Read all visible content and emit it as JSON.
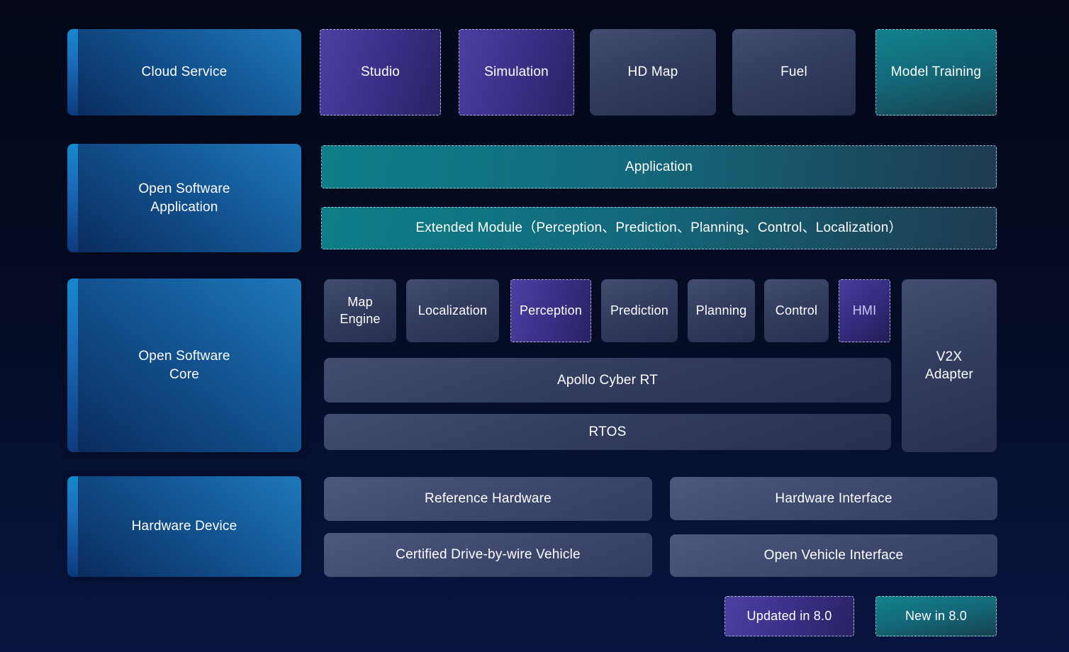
{
  "palette": {
    "background_top": "#04081a",
    "background_bottom": "#071540",
    "core_blue": "#135694",
    "core_blue_accent": "#1489cf",
    "neutral_slate": "#3a4466",
    "updated_purple": "#4c40a2",
    "new_teal": "#0d7e87",
    "text": "#ffffff",
    "hmi_text": "#cdc7f4",
    "dashed_border": "#caceE4"
  },
  "left_column": [
    {
      "label": "Cloud Service"
    },
    {
      "label": "Open Software\nApplication"
    },
    {
      "label": "Open Software\nCore"
    },
    {
      "label": "Hardware Device"
    }
  ],
  "cloud_row": [
    {
      "label": "Studio",
      "status": "updated"
    },
    {
      "label": "Simulation",
      "status": "updated"
    },
    {
      "label": "HD Map",
      "status": "standard"
    },
    {
      "label": "Fuel",
      "status": "standard"
    },
    {
      "label": "Model Training",
      "status": "new"
    }
  ],
  "application_layer": {
    "application": "Application",
    "extended_module": "Extended Module（Perception、Prediction、Planning、Control、Localization）"
  },
  "core_layer": {
    "modules": [
      {
        "label": "Map\nEngine",
        "status": "standard"
      },
      {
        "label": "Localization",
        "status": "standard"
      },
      {
        "label": "Perception",
        "status": "updated"
      },
      {
        "label": "Prediction",
        "status": "standard"
      },
      {
        "label": "Planning",
        "status": "standard"
      },
      {
        "label": "Control",
        "status": "standard"
      },
      {
        "label": "HMI",
        "status": "updated"
      }
    ],
    "middleware": "Apollo Cyber RT",
    "rtos": "RTOS",
    "v2x_adapter": "V2X\nAdapter"
  },
  "hardware_layer": {
    "reference_hardware": "Reference Hardware",
    "hardware_interface": "Hardware Interface",
    "certified_vehicle": "Certified Drive-by-wire Vehicle",
    "open_vehicle_interface": "Open Vehicle Interface"
  },
  "legend": {
    "updated": "Updated in 8.0",
    "new": "New in 8.0"
  }
}
